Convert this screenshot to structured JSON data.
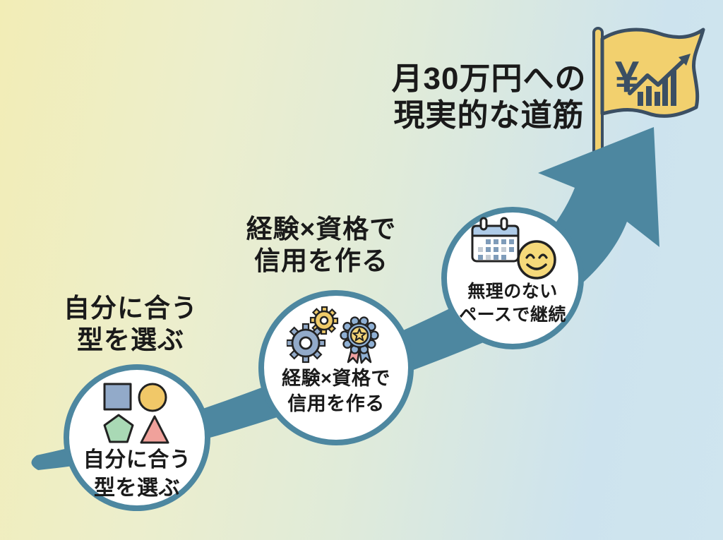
{
  "title": {
    "line1": "月30万円への",
    "line2": "現実的な道筋"
  },
  "goal_flag": {
    "currency": "¥",
    "icon": "yen-growth-flag-icon"
  },
  "steps": [
    {
      "id": 1,
      "label": {
        "line1": "自分に合う",
        "line2": "型を選ぶ"
      },
      "circle_text": {
        "line1": "自分に合う",
        "line2": "型を選ぶ"
      },
      "icon": "shapes-icon"
    },
    {
      "id": 2,
      "label": {
        "line1": "経験×資格で",
        "line2": "信用を作る"
      },
      "circle_text": {
        "line1": "経験×資格で",
        "line2": "信用を作る"
      },
      "icon": "gears-and-medal-icon"
    },
    {
      "id": 3,
      "circle_text": {
        "line1": "無理のない",
        "line2": "ペースで継続"
      },
      "icon": "calendar-and-smiley-icon"
    }
  ],
  "colors": {
    "arrow": "#4d87a0",
    "circle_border": "#4d87a0",
    "flag_fill": "#f2d06e",
    "flag_outline": "#3b4f63",
    "text": "#1a1a1a",
    "bg_yellow": "#f2edb6",
    "bg_blue": "#cfe5ef",
    "shape_square_blue": "#92aac9",
    "shape_circle_yellow": "#f1c868",
    "shape_pentagon_green": "#a9d9b5",
    "shape_triangle_pink": "#f0a19b",
    "smiley_yellow": "#f6d97a",
    "calendar_header_blue": "#aecbe8",
    "medal_blue": "#8fb0d4",
    "ribbon_pink": "#f2a2a2"
  }
}
